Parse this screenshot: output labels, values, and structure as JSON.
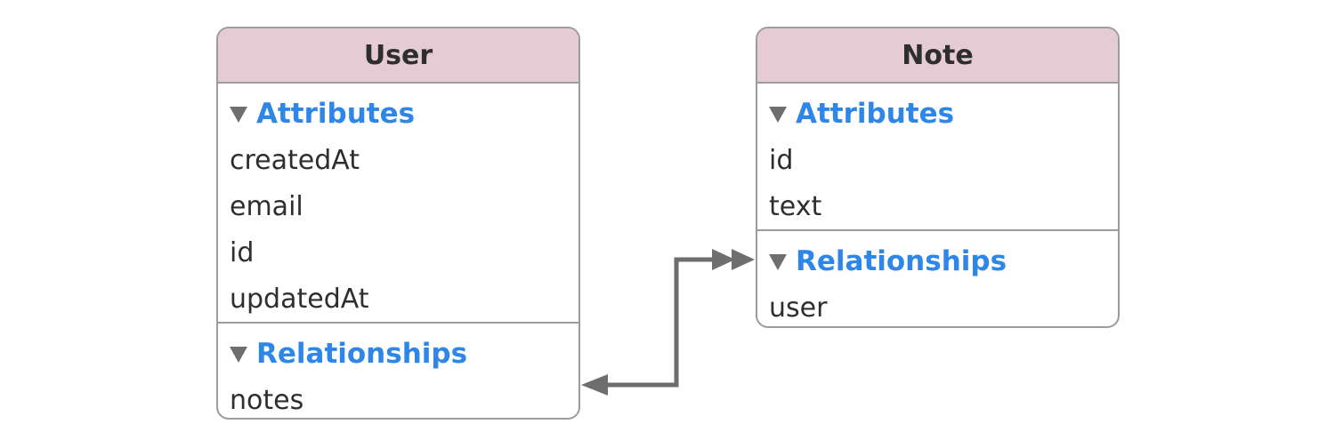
{
  "entities": {
    "user": {
      "title": "User",
      "attributes": {
        "label": "Attributes",
        "items": [
          "createdAt",
          "email",
          "id",
          "updatedAt"
        ]
      },
      "relationships": {
        "label": "Relationships",
        "items": [
          "notes"
        ]
      }
    },
    "note": {
      "title": "Note",
      "attributes": {
        "label": "Attributes",
        "items": [
          "id",
          "text"
        ]
      },
      "relationships": {
        "label": "Relationships",
        "items": [
          "user"
        ]
      }
    }
  },
  "colors": {
    "header_bg": "#e5ccd4",
    "section_label": "#2d86e8",
    "border": "#9c9c9c",
    "connector": "#6e6e6e",
    "text": "#2e2e2e"
  },
  "icons": {
    "disclosure": "disclosure-triangle-icon",
    "to_one_arrow": "single-arrowhead-icon",
    "to_many_arrow": "double-arrowhead-icon"
  }
}
